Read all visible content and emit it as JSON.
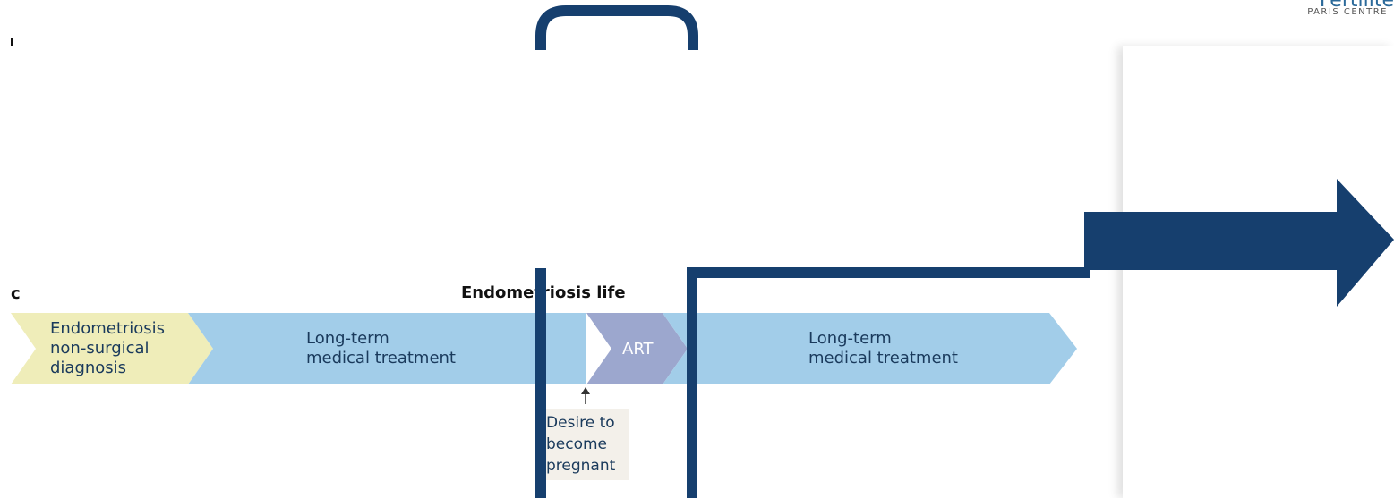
{
  "logo": {
    "name": "Fertilite",
    "subtitle": "PARIS CENTRE"
  },
  "panel_c": {
    "letter": "c",
    "title": "Endometriosis life",
    "segments": [
      {
        "label_lines": [
          "Endometriosis",
          "non-surgical",
          "diagnosis"
        ],
        "color": "#efedb9"
      },
      {
        "label_lines": [
          "Long-term",
          "medical treatment"
        ],
        "color": "#a2cde9"
      },
      {
        "label_lines": [
          "ART"
        ],
        "color": "#9ca7ce"
      },
      {
        "label_lines": [
          "Long-term",
          "medical treatment"
        ],
        "color": "#a2cde9"
      }
    ],
    "annotation": {
      "lines": [
        "Desire to",
        "become",
        "pregnant"
      ]
    }
  },
  "colors": {
    "overlay_navy": "#163f6e",
    "text_navy": "#1a3a5c",
    "note_bg": "#f3f0ea"
  }
}
